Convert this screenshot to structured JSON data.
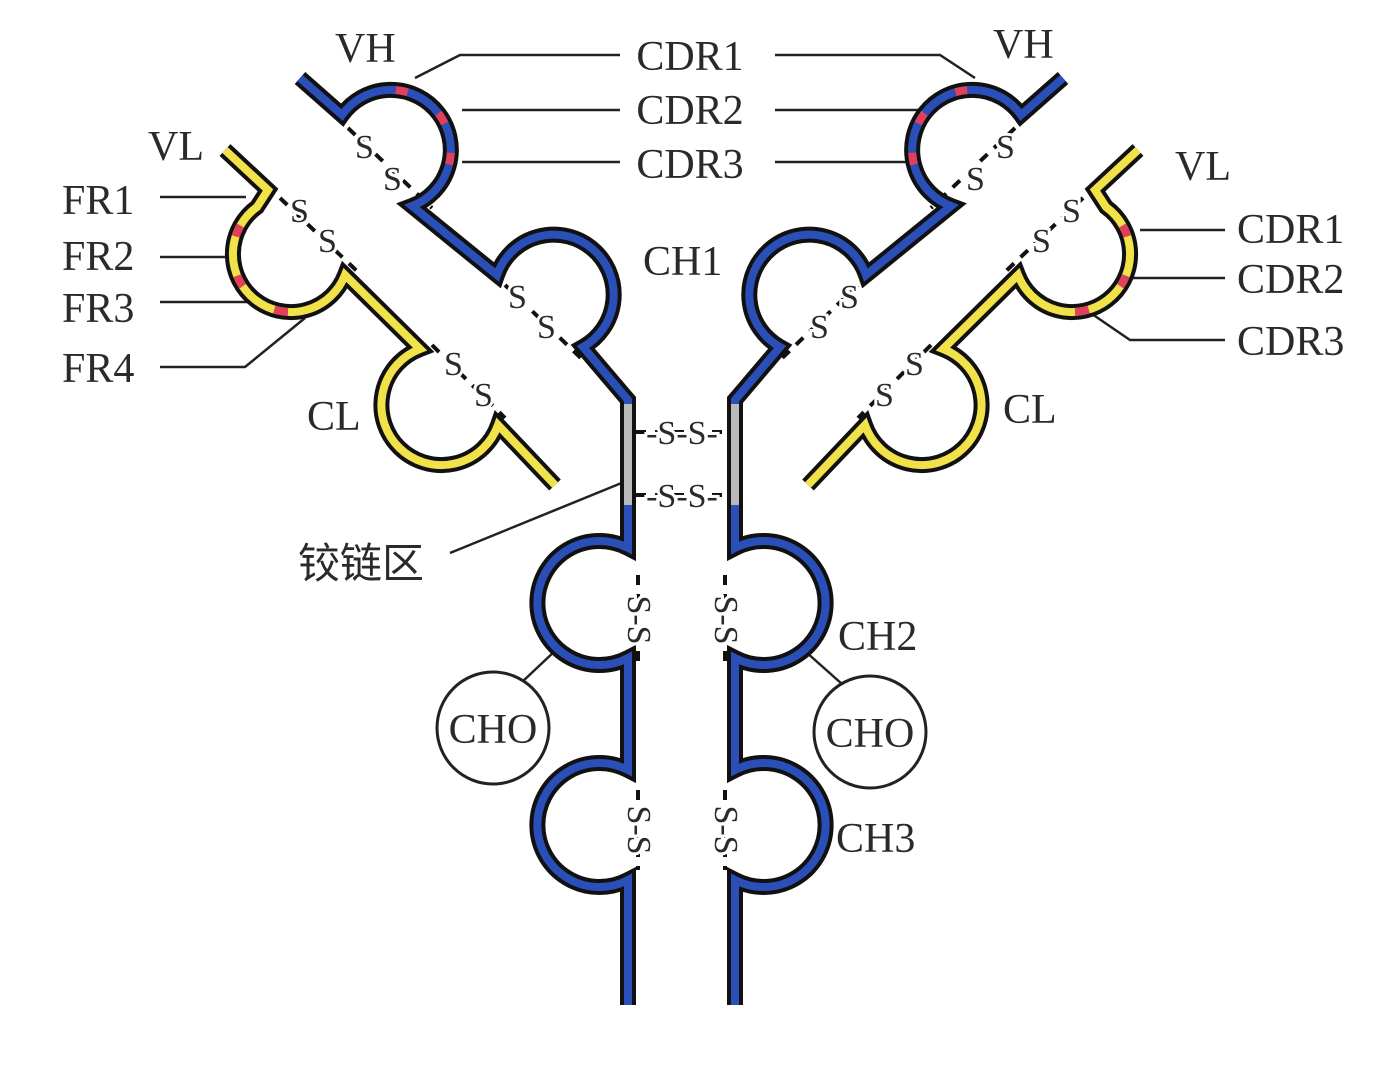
{
  "labels": {
    "vh_left": "VH",
    "vh_right": "VH",
    "cdr1": "CDR1",
    "cdr2": "CDR2",
    "cdr3": "CDR3",
    "vl_left": "VL",
    "vl_right": "VL",
    "fr1": "FR1",
    "fr2": "FR2",
    "fr3": "FR3",
    "fr4": "FR4",
    "cl_left": "CL",
    "cl_right": "CL",
    "ch1": "CH1",
    "ch2": "CH2",
    "ch3": "CH3",
    "cdr1_right": "CDR1",
    "cdr2_right": "CDR2",
    "cdr3_right": "CDR3",
    "hinge": "铰链区",
    "cho_left": "CHO",
    "cho_right": "CHO"
  },
  "bonds": {
    "s": "S",
    "hinge_bond": "-S-S-",
    "vertical_bond": "S-S"
  },
  "colors": {
    "heavy_chain": "#2a4fb8",
    "light_chain": "#f2e24a",
    "cdr": "#e0405a",
    "hinge": "#b9b9b9"
  }
}
